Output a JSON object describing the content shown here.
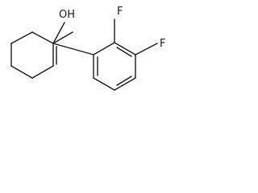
{
  "structure": {
    "atoms": {
      "hydroxyl": "OH",
      "fluorine_2": "F",
      "fluorine_3": "F"
    }
  }
}
